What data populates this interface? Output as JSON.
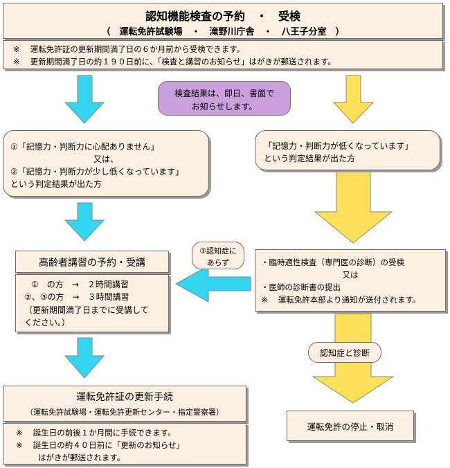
{
  "header": {
    "title": "認知機能検査の予約　・　受検",
    "subtitle": "（　運転免許試験場　・　滝野川庁舎　・　八王子分室　）",
    "notes": [
      "※　 運転免許証の更新期間満了日の６か月前から受検できます。",
      "※　 更新期間満了日の約１９０日前に、「検査と講習のお知らせ」はがきが郵送されます。"
    ]
  },
  "result_bubble": [
    "検査結果は、即日、書面で",
    "お知らせします。"
  ],
  "left_result": {
    "lines": [
      "①「記憶力・判断力に心配ありません」",
      "又は、",
      "②「記憶力・判断力が少し低くなっています」",
      "という判定結果が出た方"
    ]
  },
  "right_result": {
    "lines": [
      "「記憶力・判断力が低くなっています」",
      "という判定結果が出た方"
    ]
  },
  "dementia_no": [
    "③認知症に",
    "あらず"
  ],
  "lecture": {
    "title": "高齢者講習の予約・受講",
    "lines": [
      "①　の方　→　２時間講習",
      "②、③の方　→　３時間講習",
      "（更新期間満了日までに受講して",
      "ください。）"
    ]
  },
  "medical": {
    "lines": [
      "・臨時適性検査（専門医の診断）の受検",
      "又は",
      "・医師の診断書の提出",
      "※　 運転免許本部より通知が送付されます。"
    ]
  },
  "diagnosis_label": "認知症と診断",
  "renewal": {
    "title": "運転免許証の更新手続",
    "subtitle": "（運転免許試験場・運転免許更新センター・指定警察署）",
    "notes": [
      "※　 誕生日の前後１か月間に手続できます。",
      "※　 誕生日の約４０日前に「更新のお知らせ」",
      "はがきが郵送されます。"
    ]
  },
  "suspension": {
    "label": "運転免許の停止・取消"
  },
  "colors": {
    "box_fill": "#fdf0e3",
    "cyan_arrow": "#33d6ee",
    "yellow_arrow": "#ffe05a",
    "bubble_purple": "#c9a0dc"
  }
}
